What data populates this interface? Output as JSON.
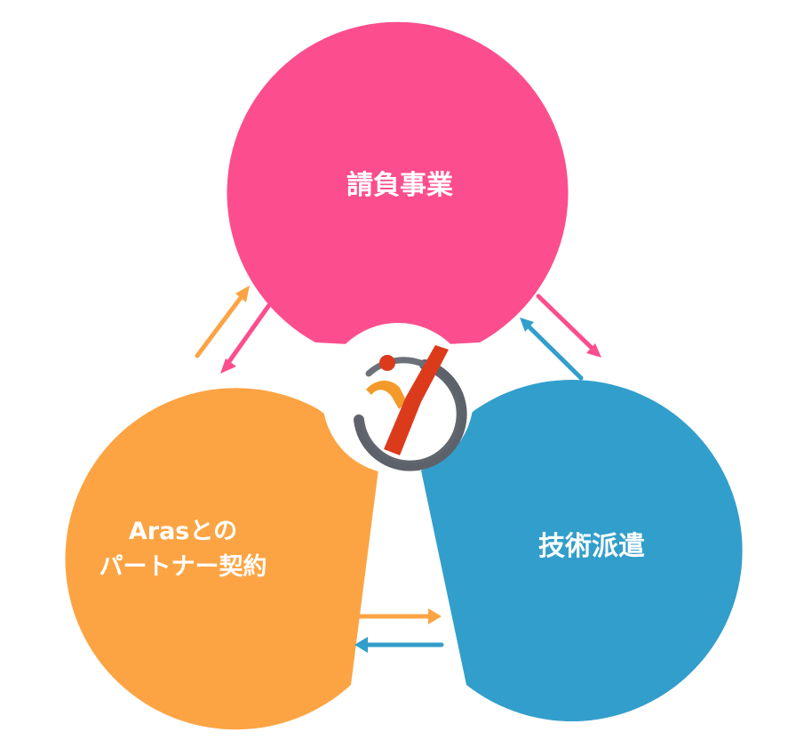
{
  "colors": {
    "top": "#fc4e8e",
    "left": "#fca443",
    "right": "#329ecb",
    "center": "#ffffff",
    "ring": "#767b86",
    "logo_red": "#dc3b1b",
    "logo_orange": "#f39a2a"
  },
  "nodes": {
    "top": {
      "label": "請負事業"
    },
    "left": {
      "label_line1": "Arasとの",
      "label_line2": "パートナー契約"
    },
    "right": {
      "label": "技術派遣"
    }
  },
  "icons": {
    "logo": "company-logo-icon",
    "arrows": "arrow-icon"
  }
}
